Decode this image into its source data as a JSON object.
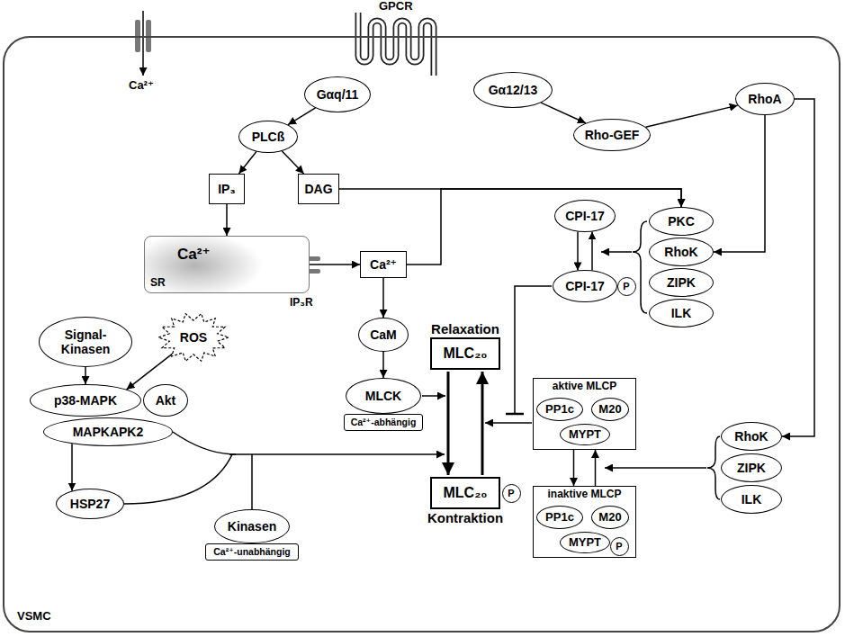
{
  "diagram": {
    "nodes": [
      {
        "text": [
          "VSMC"
        ]
      },
      {
        "text": [
          "Gαq/11"
        ],
        "in": 0
      },
      {
        "text": [
          "Gα12/13"
        ],
        "in": 0
      },
      {
        "text": [
          "RhoA"
        ],
        "in": 0
      },
      {
        "text": [
          "PLCß"
        ],
        "in": 0
      },
      {
        "text": [
          "Rho-GEF"
        ],
        "in": 0
      },
      {
        "text": [
          "IP₃"
        ],
        "in": 0
      },
      {
        "text": [
          "DAG"
        ],
        "in": 0
      },
      {
        "text": [
          "CPI-17"
        ],
        "in": 0
      },
      {
        "text": [
          "PKC"
        ],
        "in": 0
      },
      {
        "text": [
          "RhoK"
        ],
        "in": 0
      },
      {
        "text": [
          "ZIPK"
        ],
        "in": 0
      },
      {
        "text": [
          "ILK"
        ],
        "in": 0
      },
      {
        "text": [
          "Ca²⁺",
          "SR"
        ],
        "in": 0
      },
      {
        "text": [
          "Ca²⁺"
        ],
        "in": 0
      },
      {
        "text": [
          "CPI-17"
        ],
        "in": 0
      },
      {
        "text": [
          "P"
        ],
        "in": 0
      },
      {
        "text": [
          "CaM"
        ],
        "in": 0
      },
      {
        "text": [
          "Signal- Kinasen"
        ],
        "in": 0
      },
      {
        "text": [
          "ROS"
        ],
        "in": 0
      },
      {
        "text": [
          "Relaxation",
          "MLC₂₀"
        ],
        "in": 0
      },
      {
        "text": [
          "aktive MLCP"
        ],
        "in": 0
      },
      {
        "text": [
          "PP1c"
        ],
        "in": 21
      },
      {
        "text": [
          "M20"
        ],
        "in": 21
      },
      {
        "text": [
          "MYPT"
        ],
        "in": 21
      },
      {
        "text": [
          "p38-MAPK"
        ],
        "in": 0
      },
      {
        "text": [
          "Akt"
        ],
        "in": 0
      },
      {
        "text": [
          "MLCK"
        ],
        "in": 0
      },
      {
        "text": [
          "Ca²⁺-abhängig"
        ],
        "in": 0
      },
      {
        "text": [
          "MAPKAPK2"
        ],
        "in": 0
      },
      {
        "text": [
          "RhoK"
        ],
        "in": 0
      },
      {
        "text": [
          "ZIPK"
        ],
        "in": 0
      },
      {
        "text": [
          "ILK"
        ],
        "in": 0
      },
      {
        "text": [
          "HSP27"
        ],
        "in": 0
      },
      {
        "text": [
          "inaktive MLCP"
        ],
        "in": 0
      },
      {
        "text": [
          "PP1c"
        ],
        "in": 34
      },
      {
        "text": [
          "M20"
        ],
        "in": 34
      },
      {
        "text": [
          "MYPT"
        ],
        "in": 34
      },
      {
        "text": [
          "P"
        ],
        "in": 34
      },
      {
        "text": [
          "MLC₂₀",
          "Kontraktion"
        ],
        "in": 0
      },
      {
        "text": [
          "P"
        ],
        "in": 0
      },
      {
        "text": [
          "Kinasen"
        ],
        "in": 0
      },
      {
        "text": [
          "Ca²⁺-unabhängig"
        ],
        "in": 0
      }
    ],
    "edges": [
      {
        "from": 1,
        "to": 4,
        "arrow": "to"
      },
      {
        "from": 4,
        "to": 6,
        "arrow": "to"
      },
      {
        "from": 4,
        "to": 7,
        "arrow": "to"
      },
      {
        "from": 2,
        "to": 5,
        "arrow": "to"
      },
      {
        "from": 5,
        "to": 3,
        "arrow": "to"
      },
      {
        "from": 6,
        "to": 13,
        "arrow": "to"
      },
      {
        "from": 13,
        "to": 14,
        "arrow": "to"
      },
      {
        "from": 7,
        "to": 9,
        "arrow": "to"
      },
      {
        "from": 14,
        "to": 9,
        "arrow": "to"
      },
      {
        "from": 3,
        "to": 10,
        "arrow": "to"
      },
      {
        "from": 3,
        "to": 30,
        "arrow": "to"
      },
      {
        "from": 8,
        "to": 15,
        "arrow": "to"
      },
      {
        "from": 15,
        "to": 8,
        "arrow": "to"
      },
      {
        "from": 14,
        "to": 17,
        "arrow": "to"
      },
      {
        "from": 17,
        "to": 27,
        "arrow": "to"
      },
      {
        "from": 18,
        "to": 25,
        "arrow": "to"
      },
      {
        "from": 19,
        "to": 25,
        "arrow": "to"
      },
      {
        "from": 21,
        "to": 34,
        "arrow": "to"
      },
      {
        "from": 34,
        "to": 21,
        "arrow": "to"
      },
      {
        "from": 29,
        "to": 33,
        "arrow": "to"
      }
    ],
    "labels": [
      "GPCR",
      "Ca²⁺",
      "IP₃R"
    ]
  }
}
